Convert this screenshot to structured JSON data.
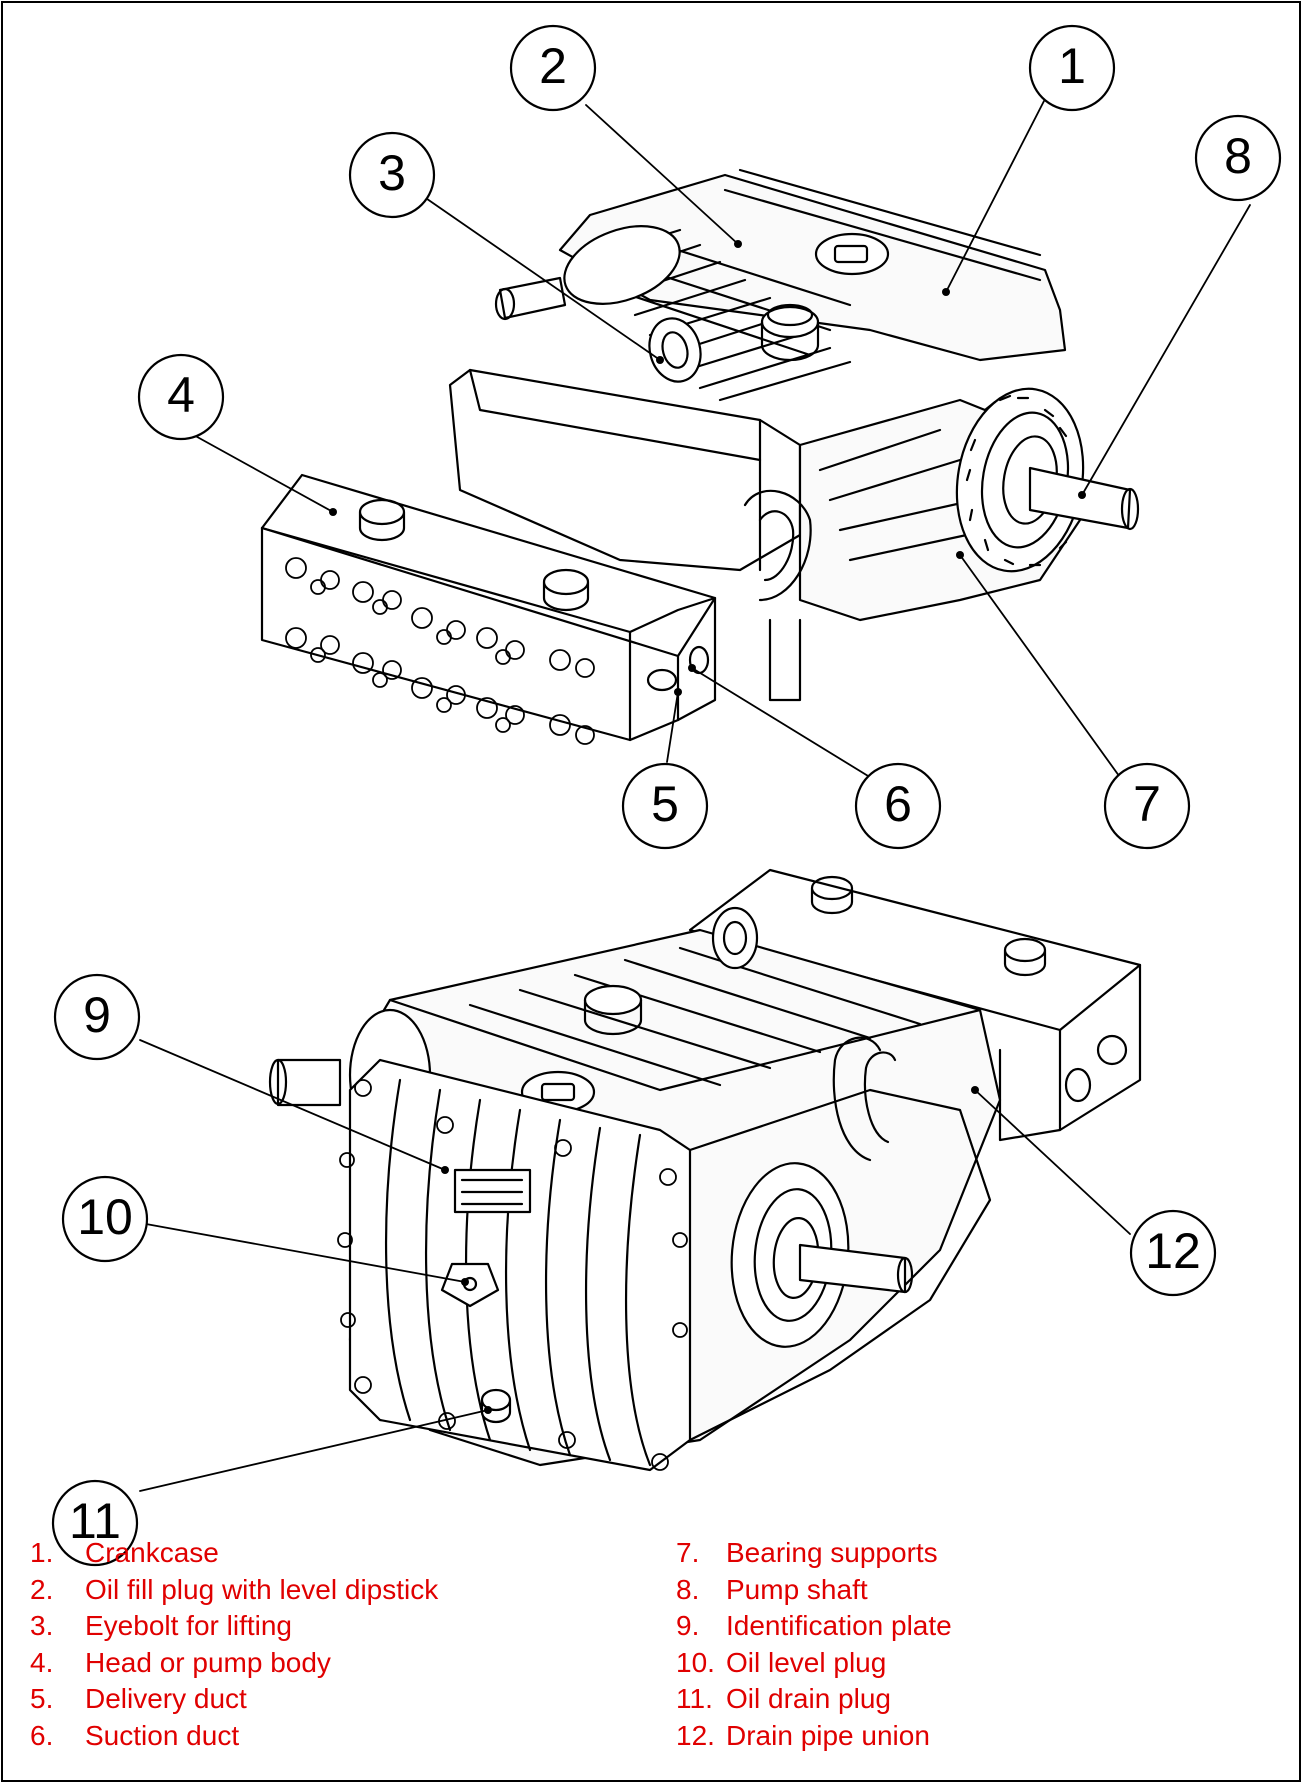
{
  "callouts": [
    "1",
    "2",
    "3",
    "4",
    "5",
    "6",
    "7",
    "8",
    "9",
    "10",
    "11",
    "12"
  ],
  "legend": {
    "left": [
      {
        "num": "1.",
        "label": "Crankcase"
      },
      {
        "num": "2.",
        "label": "Oil fill plug with level dipstick"
      },
      {
        "num": "3.",
        "label": "Eyebolt for lifting"
      },
      {
        "num": "4.",
        "label": "Head or pump body"
      },
      {
        "num": "5.",
        "label": "Delivery duct"
      },
      {
        "num": "6.",
        "label": "Suction duct"
      }
    ],
    "right": [
      {
        "num": "7.",
        "label": "Bearing supports"
      },
      {
        "num": "8.",
        "label": "Pump shaft"
      },
      {
        "num": "9.",
        "label": "Identification plate"
      },
      {
        "num": "10.",
        "label": "Oil level plug"
      },
      {
        "num": "11.",
        "label": "Oil drain plug"
      },
      {
        "num": "12.",
        "label": "Drain pipe union"
      }
    ]
  },
  "colors": {
    "legend_text": "#e00000",
    "line": "#000000"
  }
}
